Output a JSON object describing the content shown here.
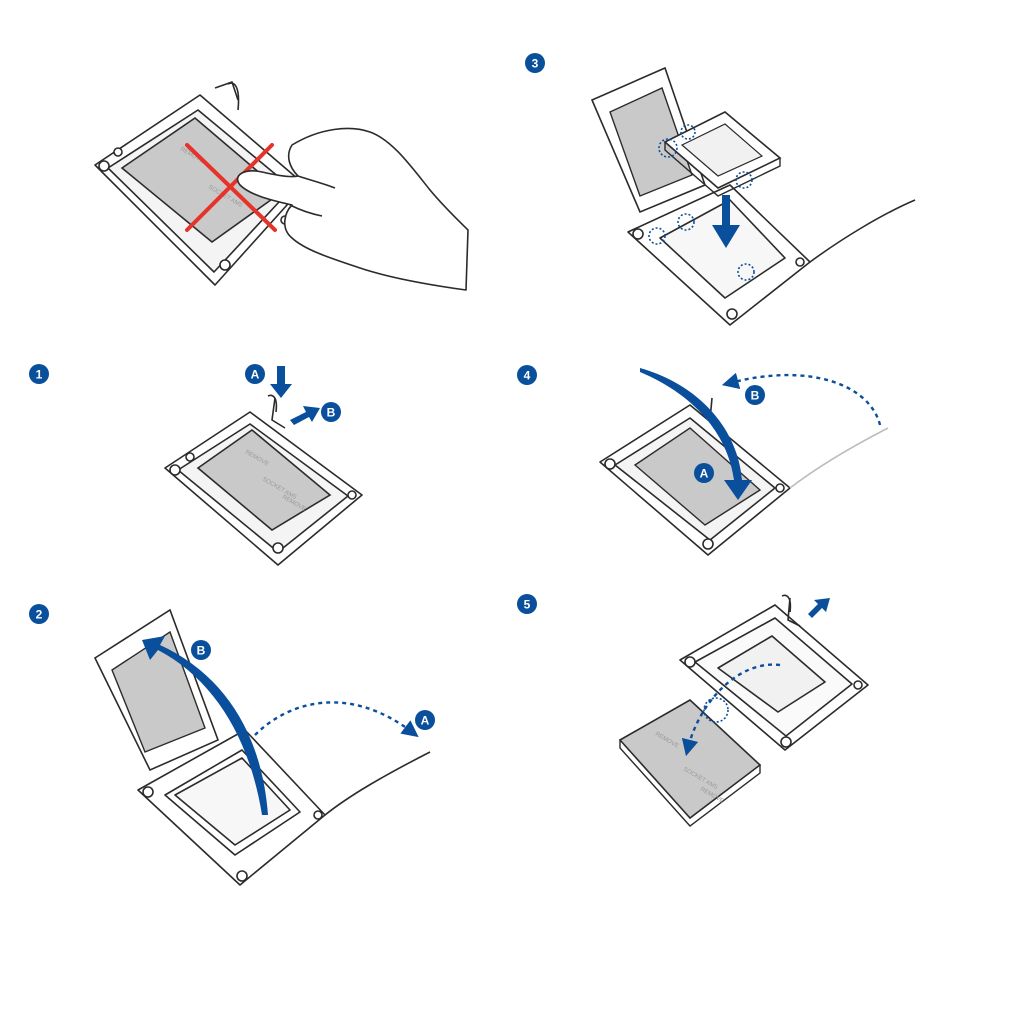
{
  "colors": {
    "accent": "#0a4f9c",
    "forbidden": "#e63329",
    "line": "#2b2b2b",
    "chip": "#c9c9c9"
  },
  "steps": {
    "step1": {
      "number": "1",
      "arrow_a": "A",
      "arrow_b": "B"
    },
    "step2": {
      "number": "2",
      "arrow_a": "A",
      "arrow_b": "B"
    },
    "step3": {
      "number": "3"
    },
    "step4": {
      "number": "4",
      "arrow_a": "A",
      "arrow_b": "B"
    },
    "step5": {
      "number": "5"
    }
  },
  "chip_labels": {
    "socket": "SOCKET AM5",
    "remove": "REMOVE"
  }
}
